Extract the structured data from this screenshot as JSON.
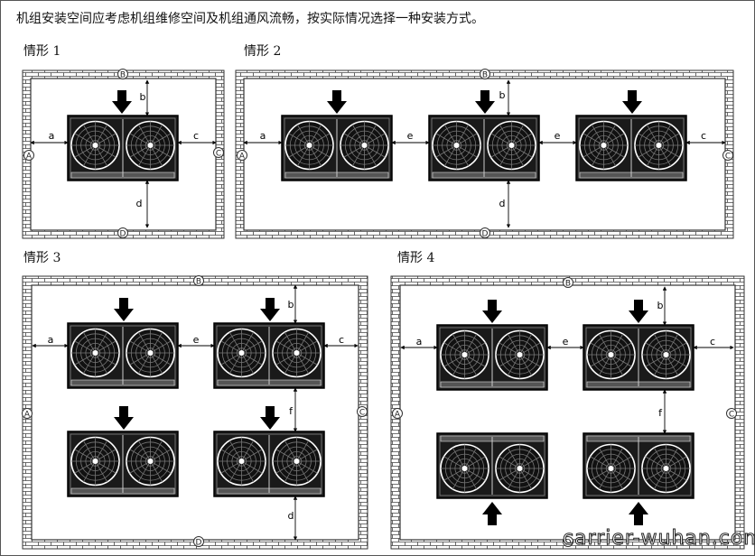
{
  "intro_text": "机组安装空间应考虑机组维修空间及机组通风流畅，按实际情况选择一种安装方式。",
  "cases": [
    {
      "title": "情形 1"
    },
    {
      "title": "情形 2"
    },
    {
      "title": "情形 3"
    },
    {
      "title": "情形 4"
    }
  ],
  "wall_markers": {
    "top": "B",
    "bottom": "D",
    "left": "A",
    "right": "C"
  },
  "clearance_labels": {
    "left": "a",
    "top": "b",
    "right": "c",
    "bottom": "d",
    "between_horizontal": "e",
    "between_vertical": "f"
  },
  "watermark": "carrier-wuhan.com",
  "colors": {
    "unit_body": "#1a1a1a",
    "wall_line": "#333333",
    "arrow": "#000000"
  }
}
